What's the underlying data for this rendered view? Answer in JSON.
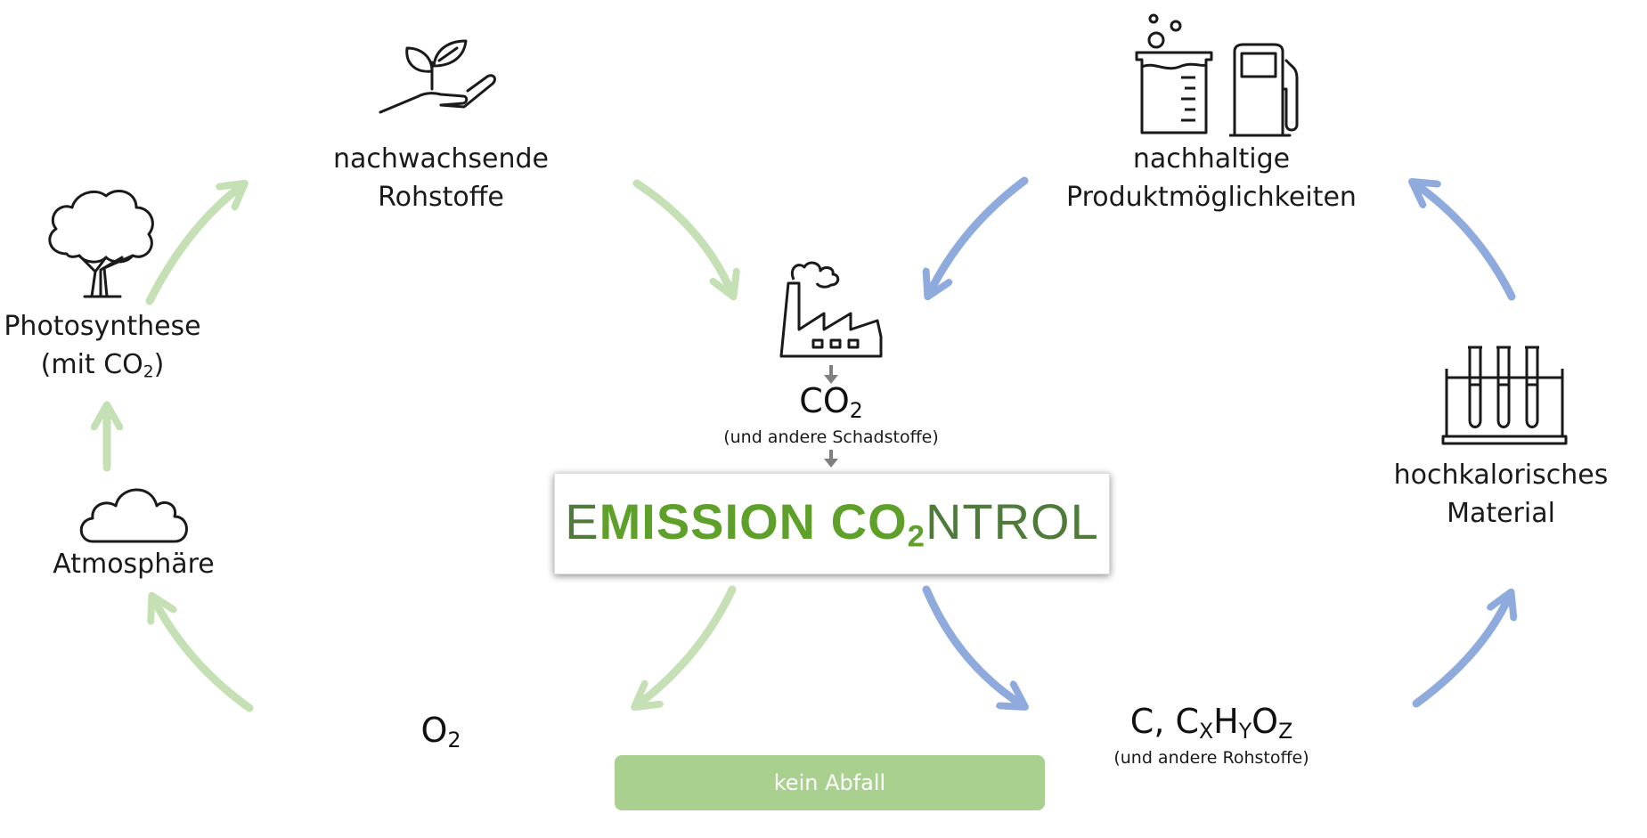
{
  "colors": {
    "green_arrow": "#c5e0b4",
    "blue_arrow": "#8faadc",
    "logo_dark": "#4e7a3a",
    "logo_bright": "#5fa02a",
    "badge_bg": "#a9d08e",
    "small_arrow": "#7f7f7f"
  },
  "icons": {
    "tree": "tree-icon",
    "cloud": "cloud-icon",
    "hand_plant": "hand-plant-icon",
    "factory": "factory-icon",
    "beaker": "beaker-icon",
    "fuel_pump": "fuel-pump-icon",
    "test_tubes": "test-tubes-icon"
  },
  "nodes": {
    "photosynthese": {
      "line1": "Photosynthese",
      "line2_pre": "(mit CO",
      "line2_sub": "2",
      "line2_post": ")"
    },
    "atmosphaere": "Atmosphäre",
    "rohstoffe": {
      "line1": "nachwachsende",
      "line2": "Rohstoffe"
    },
    "produkte": {
      "line1": "nachhaltige",
      "line2": "Produktmöglichkeiten"
    },
    "material": {
      "line1": "hochkalorisches",
      "line2": "Material"
    },
    "o2": {
      "main": "O",
      "sub": "2"
    },
    "co2": {
      "main": "CO",
      "sub": "2",
      "note": "(und andere Schadstoffe)"
    },
    "cxhyoz": {
      "c": "C, C",
      "x": "X",
      "h": "H",
      "y": "Y",
      "o": "O",
      "z": "Z",
      "note": "(und andere Rohstoffe)"
    }
  },
  "logo": {
    "e": "E",
    "mission": "MISSION ",
    "co": "CO",
    "sub": "2",
    "ntrol": "NTROL"
  },
  "badge": "kein Abfall"
}
